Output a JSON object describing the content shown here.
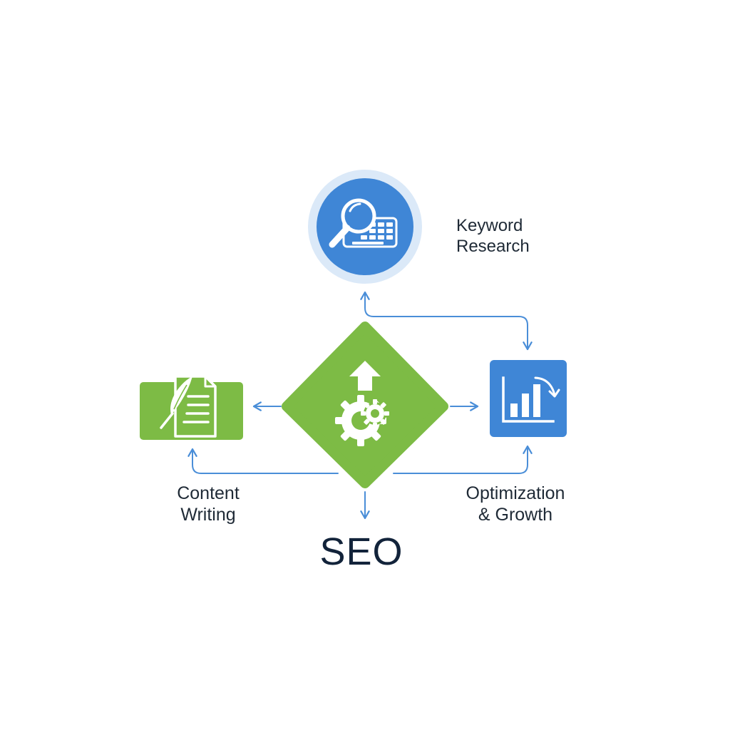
{
  "diagram": {
    "center_label": "SEO",
    "nodes": {
      "keyword_research": {
        "line1": "Keyword",
        "line2": "Research",
        "icon": "magnifier-keyboard-icon"
      },
      "content_writing": {
        "line1": "Content",
        "line2": "Writing",
        "icon": "document-quill-icon"
      },
      "optimization_growth": {
        "line1": "Optimization",
        "line2": "& Growth",
        "icon": "bar-chart-growth-icon"
      },
      "center": {
        "icon": "gear-up-arrow-icon"
      }
    },
    "colors": {
      "blue": "#3f86d6",
      "blue_ring": "#dbe9f8",
      "green": "#7dbb45",
      "arrow": "#4a8ed8",
      "text": "#1f2a36",
      "title": "#12233a"
    }
  }
}
